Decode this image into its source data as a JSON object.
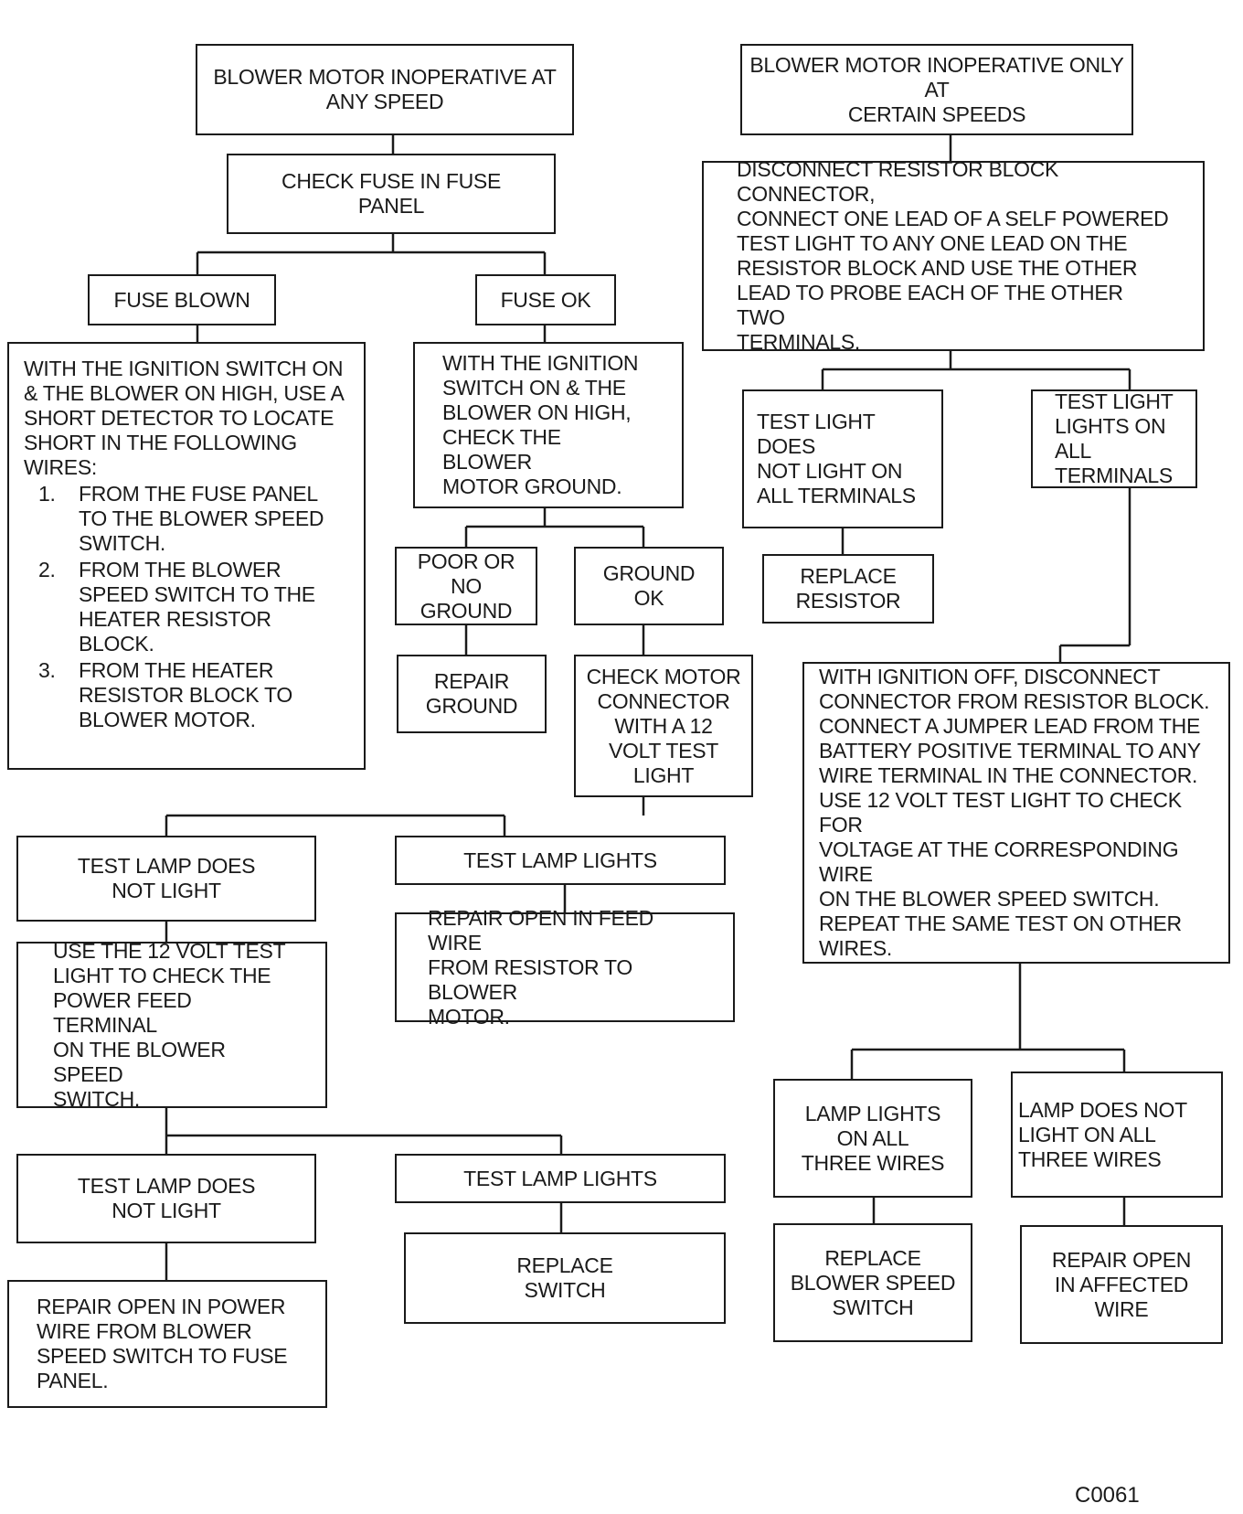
{
  "diagram": {
    "nodes": {
      "n1": "BLOWER MOTOR INOPERATIVE AT\nANY SPEED",
      "n2": "CHECK FUSE IN FUSE\nPANEL",
      "n3": "FUSE BLOWN",
      "n4": "FUSE OK",
      "n5": {
        "intro": "WITH THE IGNITION SWITCH ON\n& THE BLOWER ON HIGH, USE A\nSHORT DETECTOR TO LOCATE\nSHORT IN THE FOLLOWING\nWIRES:",
        "items": [
          {
            "num": "1.",
            "text": "FROM THE FUSE PANEL\nTO THE BLOWER SPEED\nSWITCH."
          },
          {
            "num": "2.",
            "text": "FROM THE BLOWER\nSPEED SWITCH TO THE\nHEATER RESISTOR BLOCK."
          },
          {
            "num": "3.",
            "text": "FROM THE HEATER\nRESISTOR BLOCK TO\nBLOWER MOTOR."
          }
        ]
      },
      "n6": "WITH THE IGNITION\nSWITCH ON & THE\nBLOWER ON HIGH,\nCHECK THE BLOWER\nMOTOR GROUND.",
      "n7": "POOR OR NO\nGROUND",
      "n8": "GROUND\nOK",
      "n9": "REPAIR\nGROUND",
      "n10": "CHECK MOTOR\nCONNECTOR\nWITH A 12\nVOLT TEST\nLIGHT",
      "n11": "TEST LAMP DOES\nNOT LIGHT",
      "n12": "TEST LAMP LIGHTS",
      "n13": "REPAIR OPEN IN FEED WIRE\nFROM RESISTOR TO BLOWER\nMOTOR.",
      "n14": "USE THE 12 VOLT TEST\nLIGHT TO CHECK THE\nPOWER FEED TERMINAL\nON THE BLOWER SPEED\nSWITCH.",
      "n15": "TEST LAMP DOES\nNOT LIGHT",
      "n16": "TEST LAMP LIGHTS",
      "n17": "REPLACE\nSWITCH",
      "n18": "REPAIR OPEN IN POWER\nWIRE FROM BLOWER\nSPEED SWITCH TO FUSE\nPANEL.",
      "r1": "BLOWER MOTOR INOPERATIVE ONLY AT\nCERTAIN SPEEDS",
      "r2": "DISCONNECT RESISTOR BLOCK CONNECTOR,\nCONNECT ONE LEAD OF A SELF POWERED\nTEST LIGHT TO ANY ONE LEAD ON THE\nRESISTOR BLOCK AND USE THE OTHER\nLEAD TO PROBE EACH OF THE OTHER TWO\nTERMINALS.",
      "r3": "TEST LIGHT DOES\nNOT LIGHT ON\nALL TERMINALS",
      "r4": "TEST LIGHT\nLIGHTS ON ALL\nTERMINALS",
      "r5": "REPLACE\nRESISTOR",
      "r6": "WITH IGNITION OFF, DISCONNECT\nCONNECTOR FROM RESISTOR BLOCK.\nCONNECT A JUMPER LEAD FROM THE\nBATTERY POSITIVE TERMINAL TO ANY\nWIRE TERMINAL IN THE CONNECTOR.\nUSE 12 VOLT TEST LIGHT TO CHECK FOR\nVOLTAGE AT THE CORRESPONDING WIRE\nON THE BLOWER SPEED SWITCH.\nREPEAT THE SAME TEST ON OTHER\nWIRES.",
      "r7": "LAMP LIGHTS\nON ALL\nTHREE WIRES",
      "r8": "LAMP DOES NOT\nLIGHT ON ALL\nTHREE WIRES",
      "r9": "REPLACE\nBLOWER SPEED\nSWITCH",
      "r10": "REPAIR OPEN\nIN AFFECTED\nWIRE"
    },
    "figure_code": "C0061"
  }
}
